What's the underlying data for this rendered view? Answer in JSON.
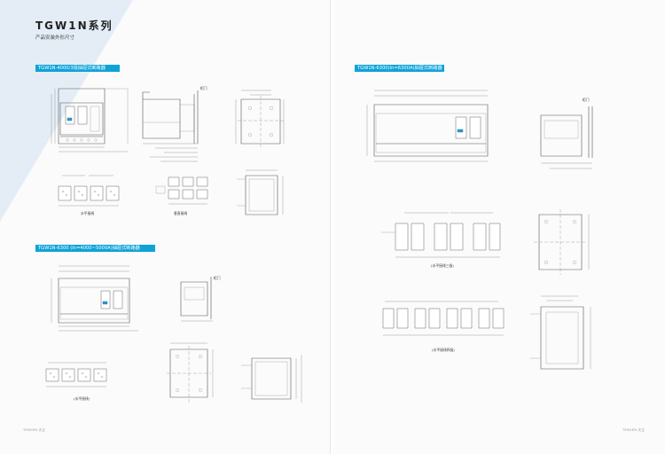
{
  "header": {
    "title": "TGW1N系列",
    "subtitle": "产品安装外形尺寸"
  },
  "colors": {
    "section_bar": "#0fa3d8",
    "page_background": "#fbfbfb",
    "diagram_lines": "#555555",
    "accent_triangle": "#e4edf6"
  },
  "sections": {
    "s4000": "TGW1N-4000/3极抽屉式断路器",
    "s6300": "TGW1N-6300 (In=4000~5000A)抽屉式断路器",
    "s6300b": "TGW1N-6300(In=6300A)抽屉式断路器"
  },
  "captions": {
    "horizontal_busbar": "水平接线",
    "vertical_busbar": "垂直接线",
    "horizontal_busbar_b": "(水平接线)",
    "horizontal_three": "(水平接线三极)",
    "horizontal_four": "(水平接线四极)",
    "door": "柜门",
    "door_b": "柜门",
    "door_c": "柜门"
  },
  "footers": {
    "left": "TENGEN 天正",
    "right": "TENGEN 天正"
  }
}
